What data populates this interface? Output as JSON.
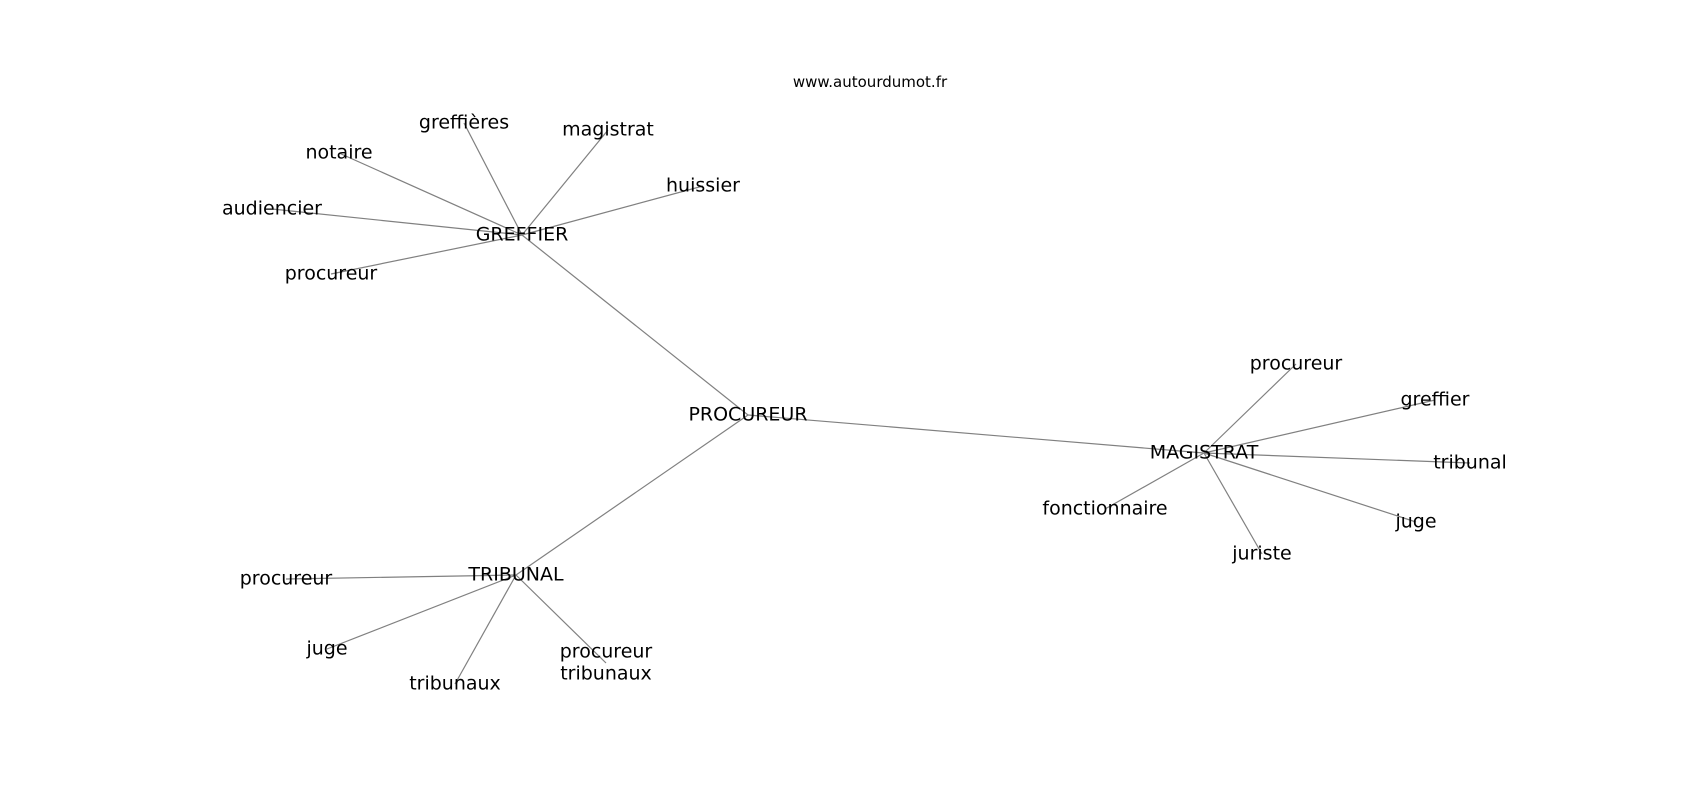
{
  "watermark": "www.autourdumot.fr",
  "colors": {
    "edge": "#808080",
    "text": "#000000",
    "background": "#ffffff"
  },
  "nodes": {
    "center": [
      "PROCUREUR"
    ],
    "greffier": [
      "GREFFIER"
    ],
    "magistrat": [
      "MAGISTRAT"
    ],
    "tribunal": [
      "TRIBUNAL"
    ],
    "g_greffieres": [
      "greffières"
    ],
    "g_magistrat": [
      "magistrat"
    ],
    "g_notaire": [
      "notaire"
    ],
    "g_huissier": [
      "huissier"
    ],
    "g_audiencier": [
      "audiencier"
    ],
    "g_procureur": [
      "procureur"
    ],
    "m_procureur": [
      "procureur"
    ],
    "m_greffier": [
      "greffier"
    ],
    "m_tribunal": [
      "tribunal"
    ],
    "m_fonctionnaire": [
      "fonctionnaire"
    ],
    "m_juge": [
      "juge"
    ],
    "m_juriste": [
      "juriste"
    ],
    "t_procureur": [
      "procureur"
    ],
    "t_juge": [
      "juge"
    ],
    "t_tribunaux": [
      "tribunaux"
    ],
    "t_procureur_tribunaux": [
      "procureur",
      "tribunaux"
    ]
  },
  "edges": [
    [
      "center",
      "greffier"
    ],
    [
      "center",
      "magistrat"
    ],
    [
      "center",
      "tribunal"
    ],
    [
      "greffier",
      "g_greffieres"
    ],
    [
      "greffier",
      "g_magistrat"
    ],
    [
      "greffier",
      "g_notaire"
    ],
    [
      "greffier",
      "g_huissier"
    ],
    [
      "greffier",
      "g_audiencier"
    ],
    [
      "greffier",
      "g_procureur"
    ],
    [
      "magistrat",
      "m_procureur"
    ],
    [
      "magistrat",
      "m_greffier"
    ],
    [
      "magistrat",
      "m_tribunal"
    ],
    [
      "magistrat",
      "m_fonctionnaire"
    ],
    [
      "magistrat",
      "m_juge"
    ],
    [
      "magistrat",
      "m_juriste"
    ],
    [
      "tribunal",
      "t_procureur"
    ],
    [
      "tribunal",
      "t_juge"
    ],
    [
      "tribunal",
      "t_tribunaux"
    ],
    [
      "tribunal",
      "t_procureur_tribunaux"
    ]
  ]
}
